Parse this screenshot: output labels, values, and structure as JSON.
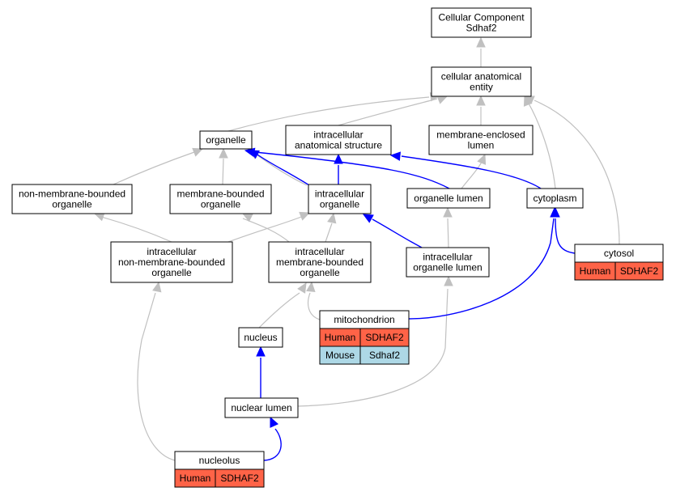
{
  "colors": {
    "human": "#ff6347",
    "mouse": "#add8e6",
    "is_a_edge": "#c0c0c0",
    "part_of_edge": "#0000ff"
  },
  "nodes": {
    "cellular_component": [
      "Cellular Component",
      "Sdhaf2"
    ],
    "cellular_anatomical_entity": [
      "cellular anatomical",
      "entity"
    ],
    "organelle": [
      "organelle"
    ],
    "intracellular_anatomical_structure": [
      "intracellular",
      "anatomical structure"
    ],
    "membrane_enclosed_lumen": [
      "membrane-enclosed",
      "lumen"
    ],
    "non_membrane_bounded_organelle": [
      "non-membrane-bounded",
      "organelle"
    ],
    "membrane_bounded_organelle": [
      "membrane-bounded",
      "organelle"
    ],
    "intracellular_organelle": [
      "intracellular",
      "organelle"
    ],
    "organelle_lumen": [
      "organelle lumen"
    ],
    "cytoplasm": [
      "cytoplasm"
    ],
    "intracellular_non_membrane_bounded_organelle": [
      "intracellular",
      "non-membrane-bounded",
      "organelle"
    ],
    "intracellular_membrane_bounded_organelle": [
      "intracellular",
      "membrane-bounded",
      "organelle"
    ],
    "intracellular_organelle_lumen": [
      "intracellular",
      "organelle lumen"
    ],
    "nucleus": [
      "nucleus"
    ],
    "nuclear_lumen": [
      "nuclear lumen"
    ]
  },
  "annotated": {
    "cytosol": {
      "title": "cytosol",
      "rows": [
        [
          "Human",
          "SDHAF2"
        ]
      ]
    },
    "mitochondrion": {
      "title": "mitochondrion",
      "rows": [
        [
          "Human",
          "SDHAF2"
        ],
        [
          "Mouse",
          "Sdhaf2"
        ]
      ]
    },
    "nucleolus": {
      "title": "nucleolus",
      "rows": [
        [
          "Human",
          "SDHAF2"
        ]
      ]
    }
  }
}
